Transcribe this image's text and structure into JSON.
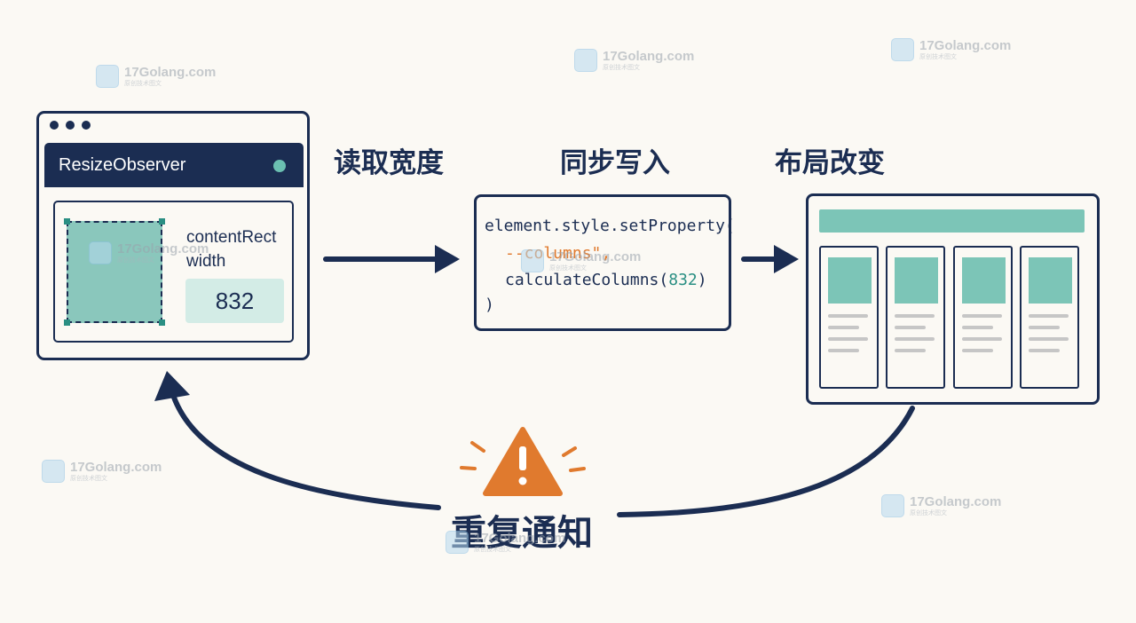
{
  "observer": {
    "title": "ResizeObserver",
    "content_rect_label": "contentRect\nwidth",
    "width_value": "832"
  },
  "steps": {
    "read": "读取宽度",
    "write": "同步写入",
    "layout": "布局改变"
  },
  "code": {
    "line1": "element.style.setProperty(",
    "line2_string": "--columns\",",
    "line3_fn": "calculateColumns(",
    "line3_arg": "832",
    "line3_close": ")",
    "line4": ")"
  },
  "loop": {
    "label": "重复通知",
    "warning_icon": "warning-icon"
  },
  "watermark": {
    "text": "17Golang.com",
    "subtext": "原创技术图文"
  },
  "colors": {
    "navy": "#1b2d52",
    "teal": "#7cc5b7",
    "orange": "#e07a2e",
    "background": "#fbf9f4"
  }
}
